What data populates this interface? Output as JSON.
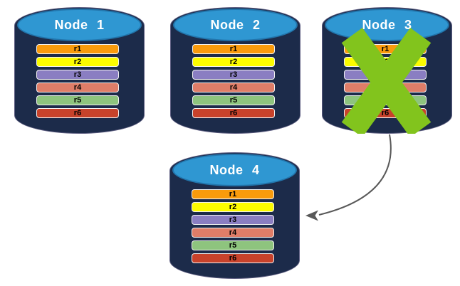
{
  "diagram": {
    "nodes": [
      {
        "title": "Node 1",
        "failed": false
      },
      {
        "title": "Node 2",
        "failed": false
      },
      {
        "title": "Node 3",
        "failed": true
      },
      {
        "title": "Node 4",
        "failed": false
      }
    ],
    "rows": [
      {
        "label": "r1",
        "color": "#F99B0C"
      },
      {
        "label": "r2",
        "color": "#FCFC00"
      },
      {
        "label": "r3",
        "color": "#8A7EC2"
      },
      {
        "label": "r4",
        "color": "#DF7D68"
      },
      {
        "label": "r5",
        "color": "#8EC47E"
      },
      {
        "label": "r6",
        "color": "#C8422B"
      }
    ],
    "colors": {
      "cylinder_body": "#1C2B4A",
      "cylinder_top": "#2F97D2",
      "failure_x": "#82C41D",
      "arrow": "#595959",
      "row_border": "#F2F2F2",
      "row_text": "#000000",
      "title_text": "#FFFFFF"
    }
  }
}
